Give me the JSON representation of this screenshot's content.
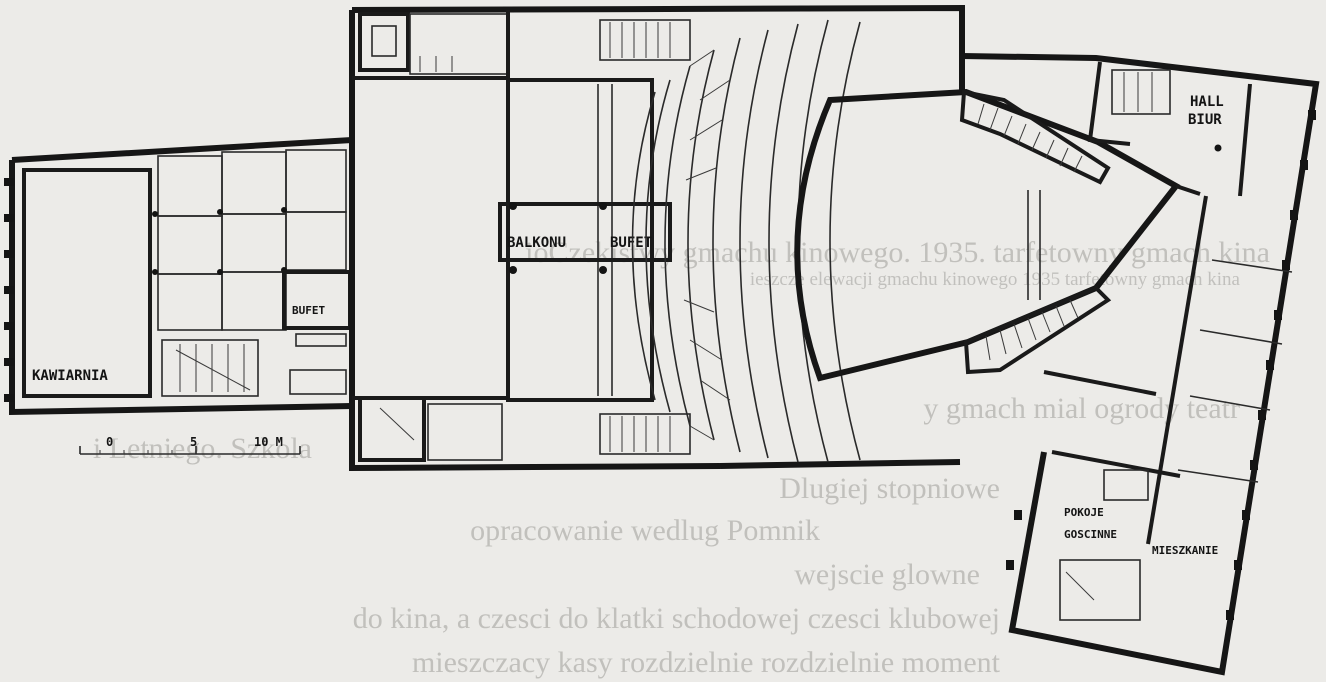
{
  "background_text": {
    "lines": [
      "ioCzekistwy gmachu kinowego. 1935. tarfetowny gmach kina",
      "y gmach mial ogrody teatr",
      "i Letniego. Szkola",
      "Dlugiej stopniowe",
      "opracowanie wedlug Pomnik",
      "wejscie glowne",
      "do kina, a czesci do klatki schodowej czesci klubowej",
      "mieszczacy kasy rozdzielnie rozdzielnie moment"
    ],
    "caption": "ieszcze elewacji gmachu kinowego 1935 tarfetowny gmach kina"
  },
  "plan": {
    "rooms": {
      "kawiarnia": "KAWIARNIA",
      "bufet_left": "BUFET",
      "balkonu": "BALKONU",
      "bufet_center": "BUFET",
      "hall_line1": "HALL",
      "hall_line2": "BIUR",
      "pokoje_line1": "POKOJE",
      "pokoje_line2": "GOSCINNE",
      "mieszkanie": "MIESZKANIE"
    },
    "scale_bar": {
      "ticks": [
        "0",
        "5",
        "10 M"
      ]
    }
  },
  "colors": {
    "paper": "#ecebe8",
    "ink": "#161616",
    "ghost_text": "#9e9d99"
  }
}
